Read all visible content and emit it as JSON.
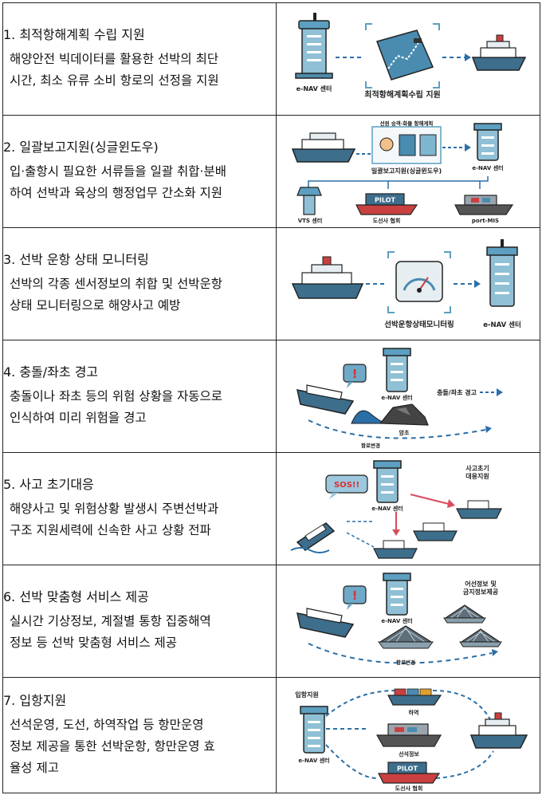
{
  "rows": [
    {
      "title": "1. 최적항해계획 수립 지원",
      "lines": [
        "해양안전 빅데이터를 활용한 선박의 최단",
        "시간, 최소 유류 소비 항로의 선정을 지원"
      ],
      "labels": {
        "center": "e-NAV 센터",
        "main": "최적항해계획수립 지원"
      }
    },
    {
      "title": "2. 일괄보고지원(싱글윈도우)",
      "lines": [
        "입·출항시 필요한 서류들을 일괄 취합·분배",
        "하여 선박과 육상의 행정업무 간소화 지원"
      ],
      "labels": {
        "top": "선원  승객·화물  항해계획",
        "main": "일괄보고지원(싱글윈도우)",
        "center": "e-NAV 센터",
        "vts": "VTS 센터",
        "pilot": "도선사 협회",
        "port": "port-MIS",
        "pilot_sign": "PILOT"
      }
    },
    {
      "title": "3. 선박 운항 상태 모니터링",
      "lines": [
        "선박의 각종 센서정보의 취합 및 선박운항",
        "상태 모니터링으로 해양사고 예방"
      ],
      "labels": {
        "main": "선박운항상태모니터링",
        "center": "e-NAV 센터"
      }
    },
    {
      "title": "4. 충돌/좌초 경고",
      "lines": [
        "충돌이나 좌초 등의 위험 상황을 자동으로",
        "인식하여 미리 위험을 경고"
      ],
      "labels": {
        "center": "e-NAV 센터",
        "warn": "충돌/좌초 경고",
        "rock": "암초",
        "route": "항로변경",
        "alert": "!"
      }
    },
    {
      "title": "5. 사고 초기대응",
      "lines": [
        "해양사고 및 위험상황 발생시 주변선박과",
        "구조 지원세력에 신속한 사고 상황 전파"
      ],
      "labels": {
        "sos": "SOS!!",
        "center": "e-NAV 센터",
        "resp1": "사고초기",
        "resp2": "대응지원"
      }
    },
    {
      "title": "6. 선박 맞춤형 서비스 제공",
      "lines": [
        "실시간 기상정보, 계절별 통항 집중해역",
        "정보 등 선박 맞춤형 서비스 제공"
      ],
      "labels": {
        "center": "e-NAV 센터",
        "info1": "어선정보 및",
        "info2": "금지정보제공",
        "route": "항로변경",
        "alert": "!"
      }
    },
    {
      "title": "7. 입항지원",
      "lines": [
        "선석운영, 도선, 하역작업 등 항만운영",
        "정보 제공을 통한 선박운항, 항만운영 효",
        "율성 제고"
      ],
      "labels": {
        "entry": "입항지원",
        "cargo": "하역",
        "berth": "선석정보",
        "center": "e-NAV 센터",
        "pilot": "도선사 협회",
        "pilot_sign": "PILOT"
      }
    }
  ]
}
